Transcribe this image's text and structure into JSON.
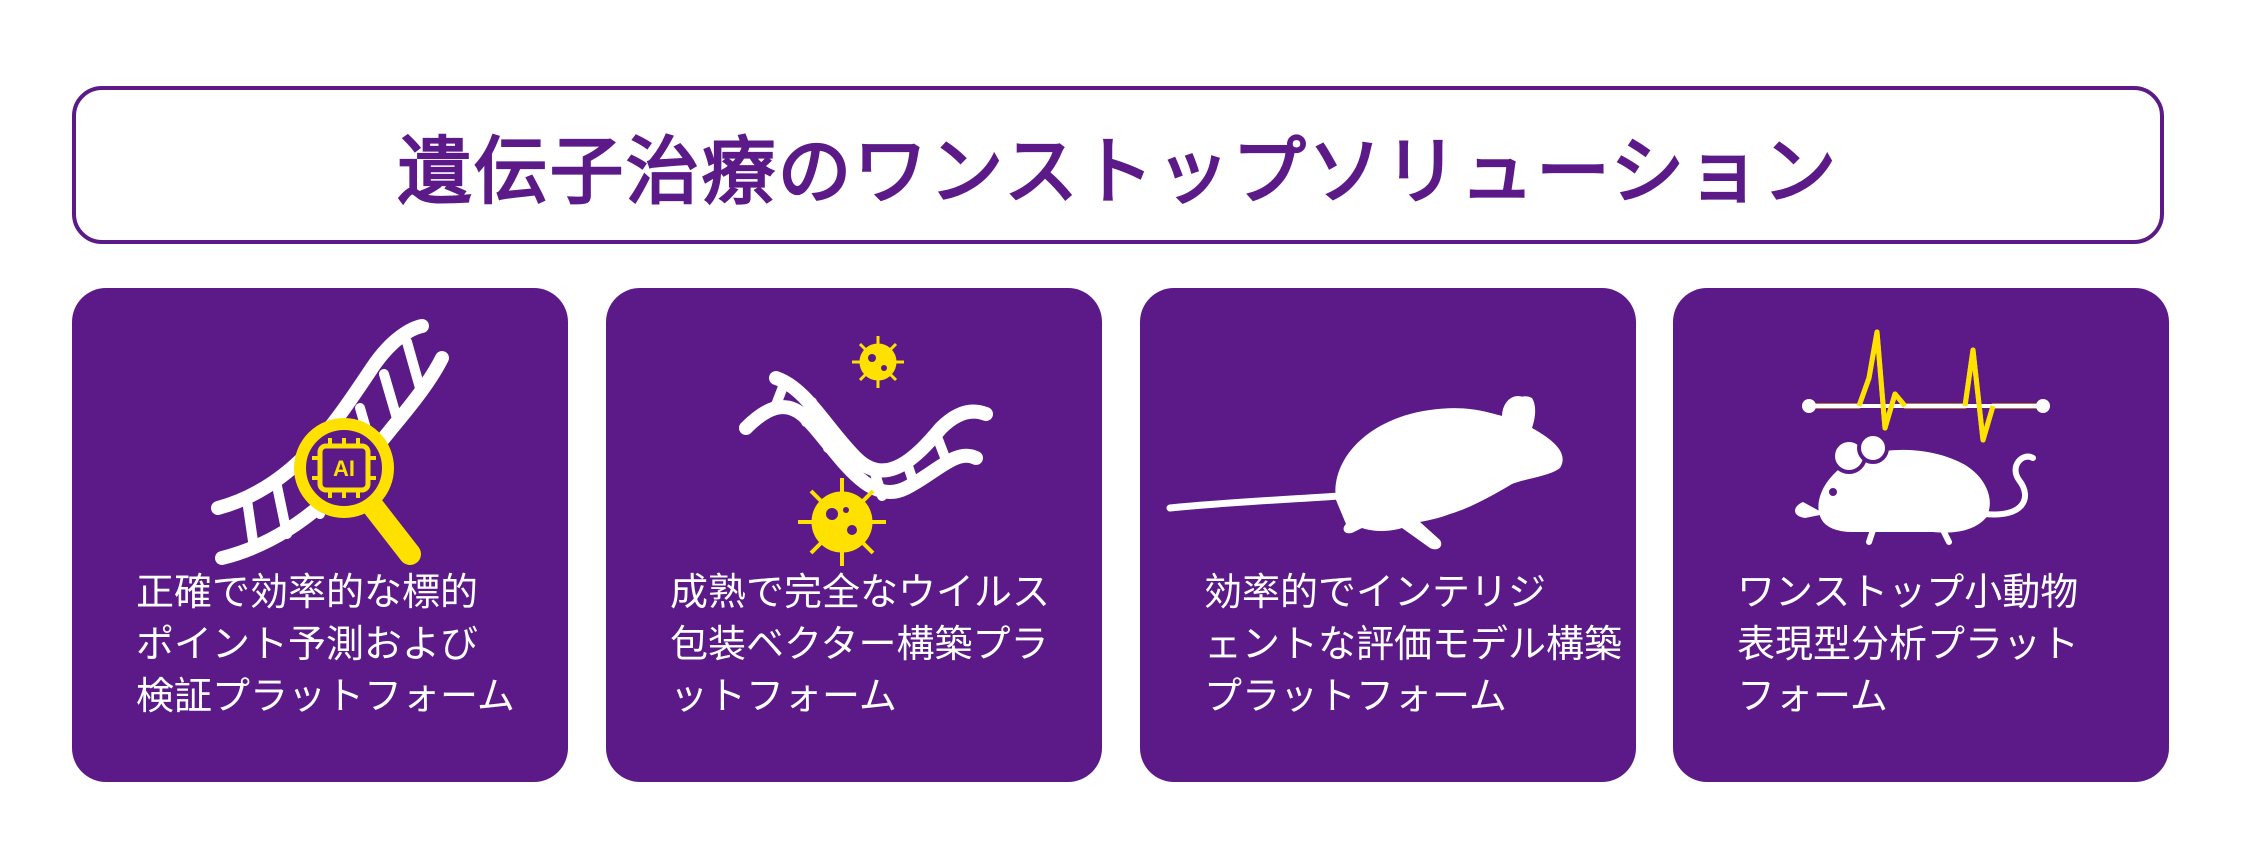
{
  "header": {
    "title": "遺伝子治療のワンストップソリューション"
  },
  "colors": {
    "purple": "#5b1a87",
    "yellow": "#ffe100",
    "white": "#ffffff"
  },
  "cards": [
    {
      "icon": "dna-magnifier-ai-icon",
      "ai_label": "AI",
      "lines": [
        "正確で効率的な標的",
        "ポイント予測および",
        "検証プラットフォーム"
      ]
    },
    {
      "icon": "dna-virus-icon",
      "lines": [
        "成熟で完全なウイルス",
        "包装ベクター構築プラ",
        "ットフォーム"
      ]
    },
    {
      "icon": "mouse-icon",
      "lines": [
        "効率的でインテリジ",
        "ェントな評価モデル構築",
        "プラットフォーム"
      ]
    },
    {
      "icon": "mouse-heartbeat-icon",
      "lines": [
        "ワンストップ小動物",
        "表現型分析プラット",
        "フォーム"
      ]
    }
  ]
}
